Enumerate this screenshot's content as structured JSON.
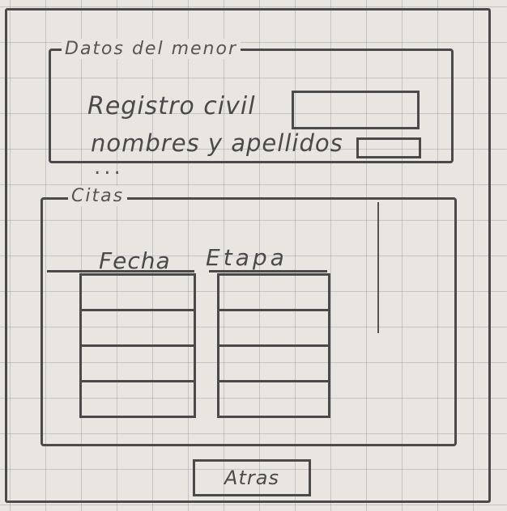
{
  "datos_menor": {
    "legend": "Datos del menor",
    "registro_label": "Registro civil",
    "registro_value": "",
    "nombres_label": "nombres y apellidos",
    "nombres_value": "",
    "more": "..."
  },
  "citas": {
    "legend": "Citas",
    "columns": [
      "Fecha",
      "Etapa"
    ],
    "fecha_rows": [
      "",
      "",
      "",
      ""
    ],
    "etapa_rows": [
      "",
      "",
      "",
      ""
    ]
  },
  "footer": {
    "back_label": "Atras"
  }
}
